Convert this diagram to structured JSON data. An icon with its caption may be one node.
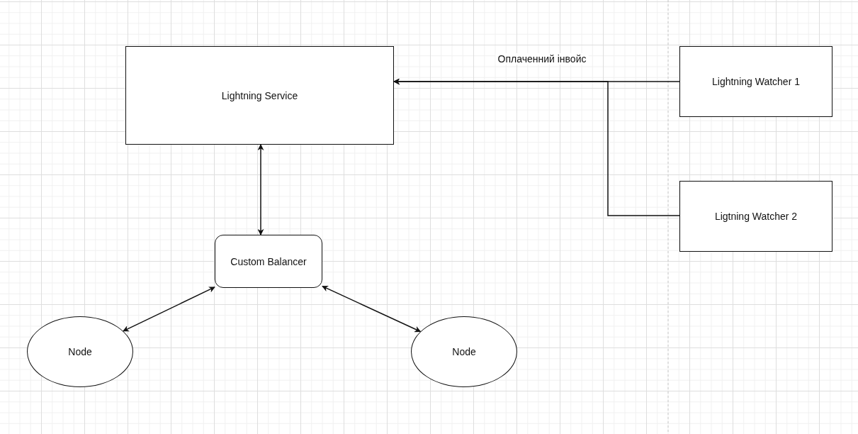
{
  "diagram": {
    "nodes": [
      {
        "text": [
          "Lightning Service"
        ]
      },
      {
        "text": [
          "Lightning Watcher 1"
        ]
      },
      {
        "text": [
          "Ligtning Watcher 2"
        ]
      },
      {
        "text": [
          "Custom Balancer"
        ]
      },
      {
        "text": [
          "Node"
        ]
      },
      {
        "text": [
          "Node"
        ]
      }
    ],
    "edges": [
      {
        "from": 1,
        "to": 0,
        "arrow": "to",
        "label": "Оплаченний інвойс"
      },
      {
        "from": 2,
        "to": 0,
        "arrow": "to"
      },
      {
        "from": 0,
        "to": 3,
        "arrow": "both"
      },
      {
        "from": 3,
        "to": 4,
        "arrow": "both"
      },
      {
        "from": 3,
        "to": 5,
        "arrow": "both"
      }
    ]
  }
}
